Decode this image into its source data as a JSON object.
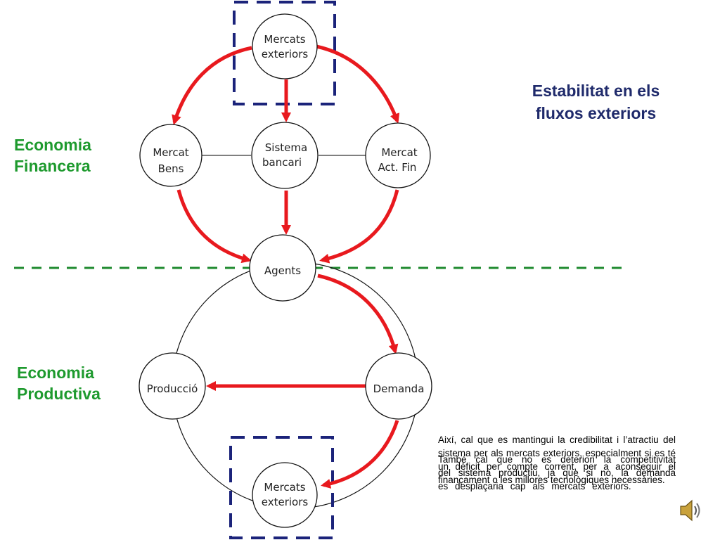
{
  "nodes": {
    "mercats_exteriors_top": [
      "Mercats",
      "exteriors"
    ],
    "mercat_bens": [
      "Mercat",
      "Bens"
    ],
    "sistema_bancari": [
      "Sistema",
      "bancari"
    ],
    "mercat_act_fin": [
      "Mercat",
      "Act. Fin"
    ],
    "agents": [
      "Agents"
    ],
    "produccio": [
      "Producció"
    ],
    "demanda": [
      "Demanda"
    ],
    "mercats_exteriors_bottom": [
      "Mercats",
      "exteriors"
    ]
  },
  "labels": {
    "economia_financera": [
      "Economia",
      "Financera"
    ],
    "economia_productiva": [
      "Economia",
      "Productiva"
    ],
    "estabilitat": [
      "Estabilitat en els",
      "fluxos exteriors"
    ]
  },
  "notes": {
    "text_1": "Així, cal que es mantingui la credibilitat i l’atractiu del sistema per als mercats exteriors, especialment si es té un dèficit per compte corrent, per a aconseguir el finançament o les millores tecnològiques necessàries.",
    "text_2": "També cal que no es deteriori la competitivitat del sistema productiu, ja que si no, la demanda es desplaçaria cap als mercats exteriors."
  },
  "icons": {
    "speaker": "speaker-icon"
  },
  "colors": {
    "arrow": "#e8191e",
    "green_title": "#1e9a2e",
    "navy_title": "#1f2a6b",
    "dashed_box": "#1b237a",
    "dashed_line": "#1e8a2e"
  }
}
